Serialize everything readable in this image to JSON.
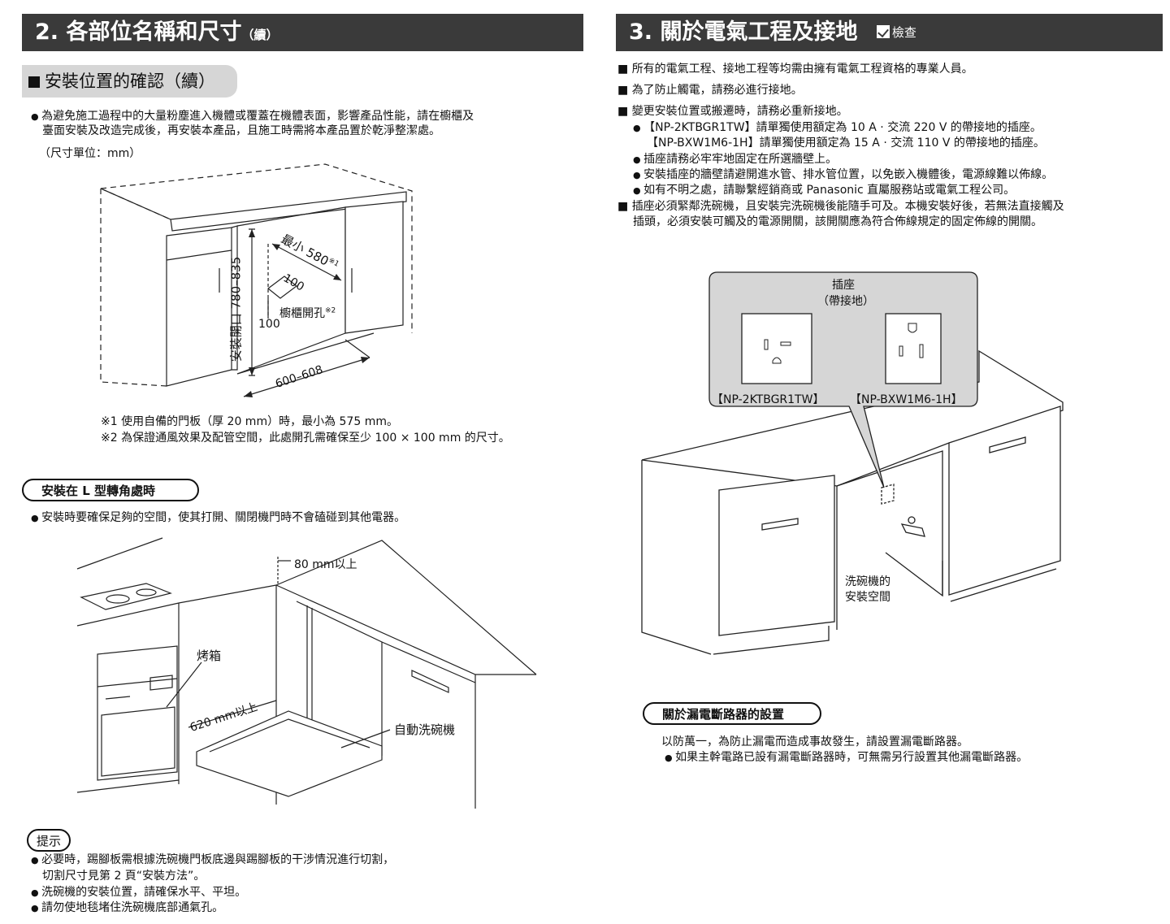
{
  "left": {
    "header_main": "2. 各部位名稱和尺寸",
    "header_cont": "（續）",
    "subheading": "安裝位置的確認（續）",
    "intro_line1": "為避免施工過程中的大量粉塵進入機體或覆蓋在機體表面，影響產品性能，請在櫥櫃及",
    "intro_line2": "臺面安裝及改造完成後，再安裝本產品，且施工時需將本產品置於乾淨整潔處。",
    "unit_note": "（尺寸單位：mm）",
    "diagram1": {
      "min_width": "最小 580",
      "min_width_note": "※1",
      "opening_height": "安裝開口 780–835",
      "hole_size_a": "100",
      "hole_size_b": "100",
      "cabinet_hole": "櫥櫃開孔",
      "cabinet_hole_note": "※2",
      "depth": "600–608"
    },
    "footnote1": "※1 使用自備的門板（厚 20 mm）時，最小為 575 mm。",
    "footnote2": "※2 為保證通風效果及配管空間，此處開孔需確保至少 100 × 100 mm 的尺寸。",
    "l_corner_title": "安裝在 L 型轉角處時",
    "l_corner_text": "安裝時要確保足夠的空間，使其打開、關閉機門時不會磕碰到其他電器。",
    "diagram2": {
      "clearance_top": "80 mm以上",
      "oven": "烤箱",
      "clearance_door": "620 mm以上",
      "dishwasher": "自動洗碗機"
    },
    "tip_title": "提示",
    "tip1_line1": "必要時，踢腳板需根據洗碗機門板底邊與踢腳板的干涉情況進行切割，",
    "tip1_line2": "切割尺寸見第 2 頁“安裝方法”。",
    "tip2": "洗碗機的安裝位置，請確保水平、平坦。",
    "tip3": "請勿使地毯堵住洗碗機底部通氣孔。"
  },
  "right": {
    "header_main": "3. 關於電氣工程及接地",
    "header_check": "檢查",
    "item1": "所有的電氣工程、接地工程等均需由擁有電氣工程資格的專業人員。",
    "item2": "為了防止觸電，請務必進行接地。",
    "item3": "變更安裝位置或搬遷時，請務必重新接地。",
    "sub1": "【NP-2KTBGR1TW】請單獨使用額定為 10 A · 交流 220 V 的帶接地的插座。",
    "sub1b": "【NP-BXW1M6-1H】請單獨使用額定為 15 A · 交流 110 V 的帶接地的插座。",
    "sub2": "插座請務必牢牢地固定在所選牆壁上。",
    "sub3": "安裝插座的牆壁請避開進水管、排水管位置，以免嵌入機體後，電源線難以佈線。",
    "sub4": "如有不明之處，請聯繫經銷商或 Panasonic 直屬服務站或電氣工程公司。",
    "item4_line1": "插座必須緊鄰洗碗機，且安裝完洗碗機後能隨手可及。本機安裝好後，若無法直接觸及",
    "item4_line2": "插頭，必須安裝可觸及的電源開關，該開關應為符合佈線規定的固定佈線的開關。",
    "socket_title": "插座",
    "socket_sub": "（帶接地）",
    "model_a": "【NP-2KTBGR1TW】",
    "model_b": "【NP-BXW1M6-1H】",
    "space_line1": "洗碗機的",
    "space_line2": "安裝空間",
    "breaker_title": "關於漏電斷路器的設置",
    "breaker_text": "以防萬一，為防止漏電而造成事故發生，請設置漏電斷路器。",
    "breaker_sub": "如果主幹電路已設有漏電斷路器時，可無需另行設置其他漏電斷路器。"
  }
}
